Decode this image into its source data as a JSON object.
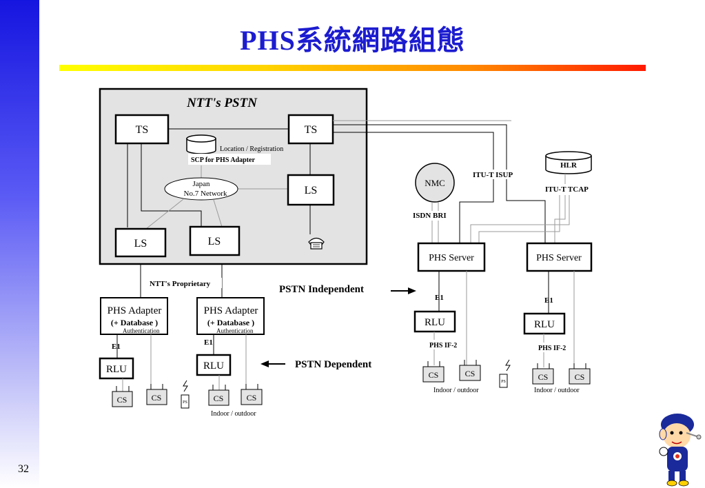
{
  "title": "PHS系統網路組態",
  "page_number": "32",
  "pstn": {
    "title": "NTT's PSTN",
    "ts": "TS",
    "ls": "LS",
    "scp_note": "Location / Registration",
    "scp_label": "SCP for PHS Adapter",
    "network_line1": "Japan",
    "network_line2": "No.7 Network",
    "proprietary": "NTT's Proprietary"
  },
  "adapter": {
    "title": "PHS Adapter",
    "database": "(+ Database )",
    "auth": "Authentication",
    "e1": "E1",
    "rlu": "RLU",
    "cs": "CS",
    "ps": "PS",
    "indoor": "Indoor / outdoor"
  },
  "independent": {
    "label": "PSTN Independent",
    "nmc": "NMC",
    "hlr": "HLR",
    "isup": "ITU-T ISUP",
    "tcap": "ITU-T TCAP",
    "isdn": "ISDN BRI",
    "server": "PHS Server",
    "e1": "E1",
    "rlu": "RLU",
    "if2": "PHS IF-2",
    "cs": "CS",
    "ps": "PS",
    "indoor": "Indoor / outdoor"
  },
  "dependent_label": "PSTN Dependent",
  "icons": {
    "phone": "telephone-icon",
    "mascot": "mascot-icon",
    "antenna": "lightning-icon"
  },
  "colors": {
    "title": "#1c1cd0",
    "sidebar": "#1515e0",
    "pstn_fill": "#e3e3e3"
  }
}
